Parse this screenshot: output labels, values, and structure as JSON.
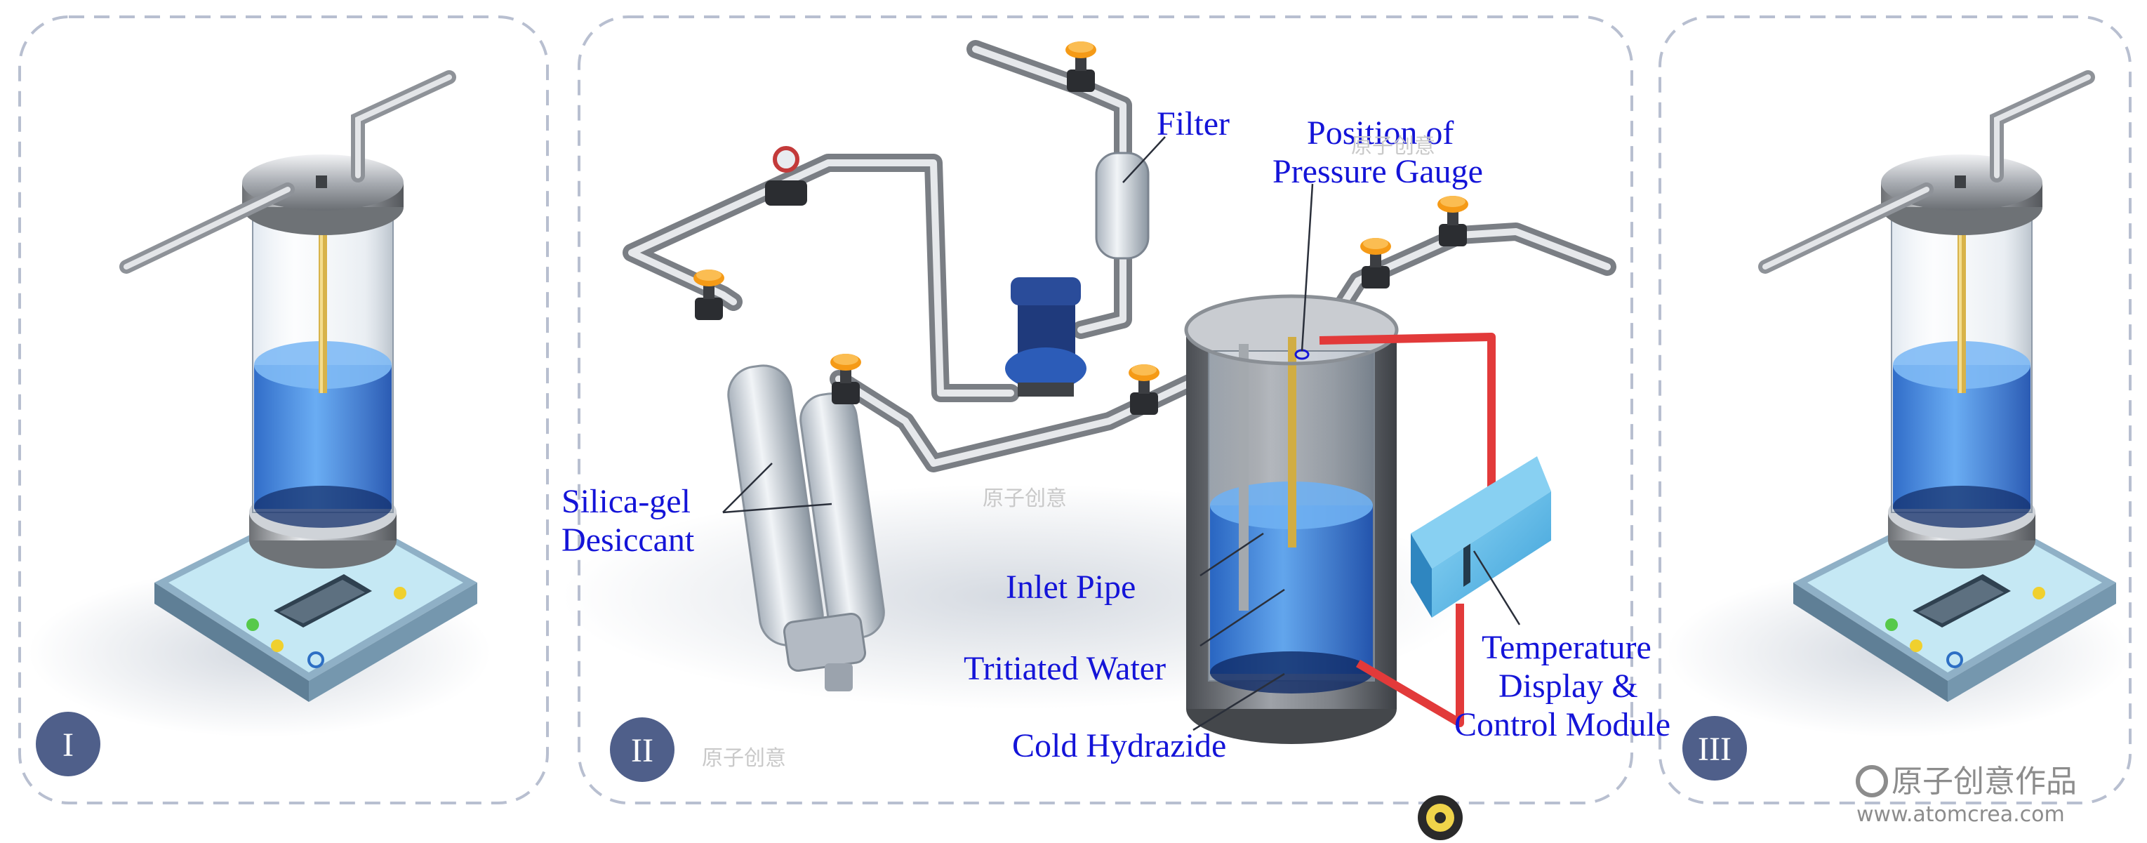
{
  "panels": {
    "left": {
      "numeral": "I"
    },
    "center": {
      "numeral": "II"
    },
    "right": {
      "numeral": "III"
    }
  },
  "labels": {
    "filter": "Filter",
    "pressure_gauge_line1": "Position of",
    "pressure_gauge_line2": "Pressure Gauge",
    "silica_line1": "Silica-gel",
    "silica_line2": "Desiccant",
    "inlet_pipe": "Inlet Pipe",
    "tritiated_water": "Tritiated Water",
    "cold_hydrazide": "Cold Hydrazide",
    "temperature_line1": "Temperature",
    "temperature_line2": "Display &",
    "temperature_line3": "Control Module"
  },
  "watermarks": {
    "text": "原子创意",
    "brand_name": "原子创意作品",
    "brand_url": "www.atomcrea.com"
  },
  "colors": {
    "label_blue": "#1414d8",
    "panel_border": "#b8bfd0",
    "numeral_circle": "#4f5f8a",
    "water_blue": "#2f7fe0",
    "valve_orange": "#f59a16",
    "heater_red": "#e23a3a",
    "module_cyan": "#52b8ea"
  }
}
